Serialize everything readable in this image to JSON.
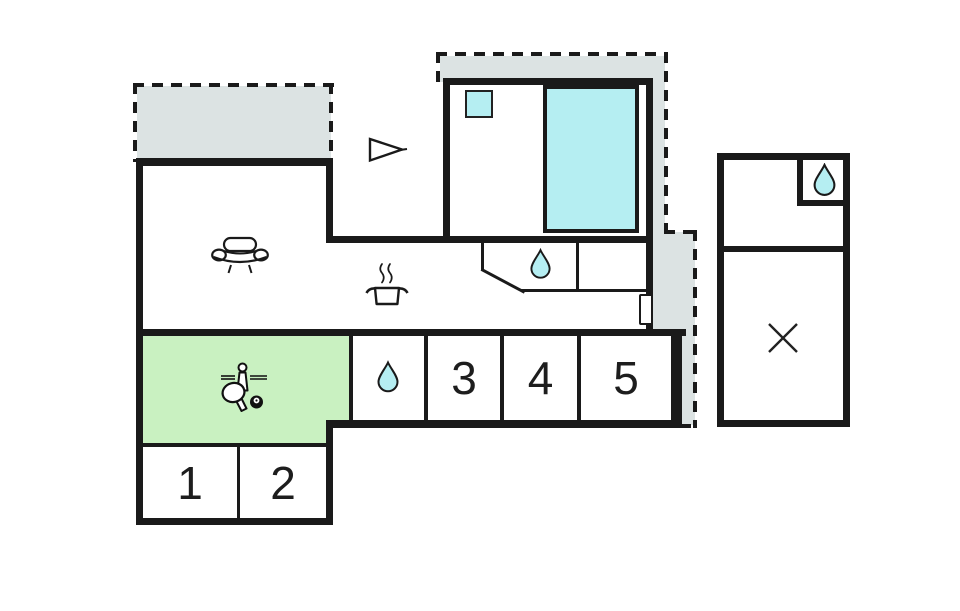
{
  "plan": {
    "kind": "vacation-home-floor-plan",
    "numbered_rooms": [
      "1",
      "2",
      "3",
      "4",
      "5"
    ],
    "colors": {
      "wall": "#1a1a1a",
      "terrace": "#dce3e3",
      "water": "#b5eef2",
      "game": "#c9f1c1"
    },
    "icons": {
      "living_room": "sofa-icon",
      "kitchen": "stove-pot-icon",
      "bathroom_main": "water-drop-icon",
      "bathroom_hall": "water-drop-icon",
      "bathroom_annex": "water-drop-icon",
      "game_room": "table-tennis-foosball-icon",
      "entrance_marker": "flag-icon",
      "annex_room": "cross-icon",
      "bedroom_furniture": "double-bed",
      "bedroom_side_table": "side-table"
    }
  }
}
